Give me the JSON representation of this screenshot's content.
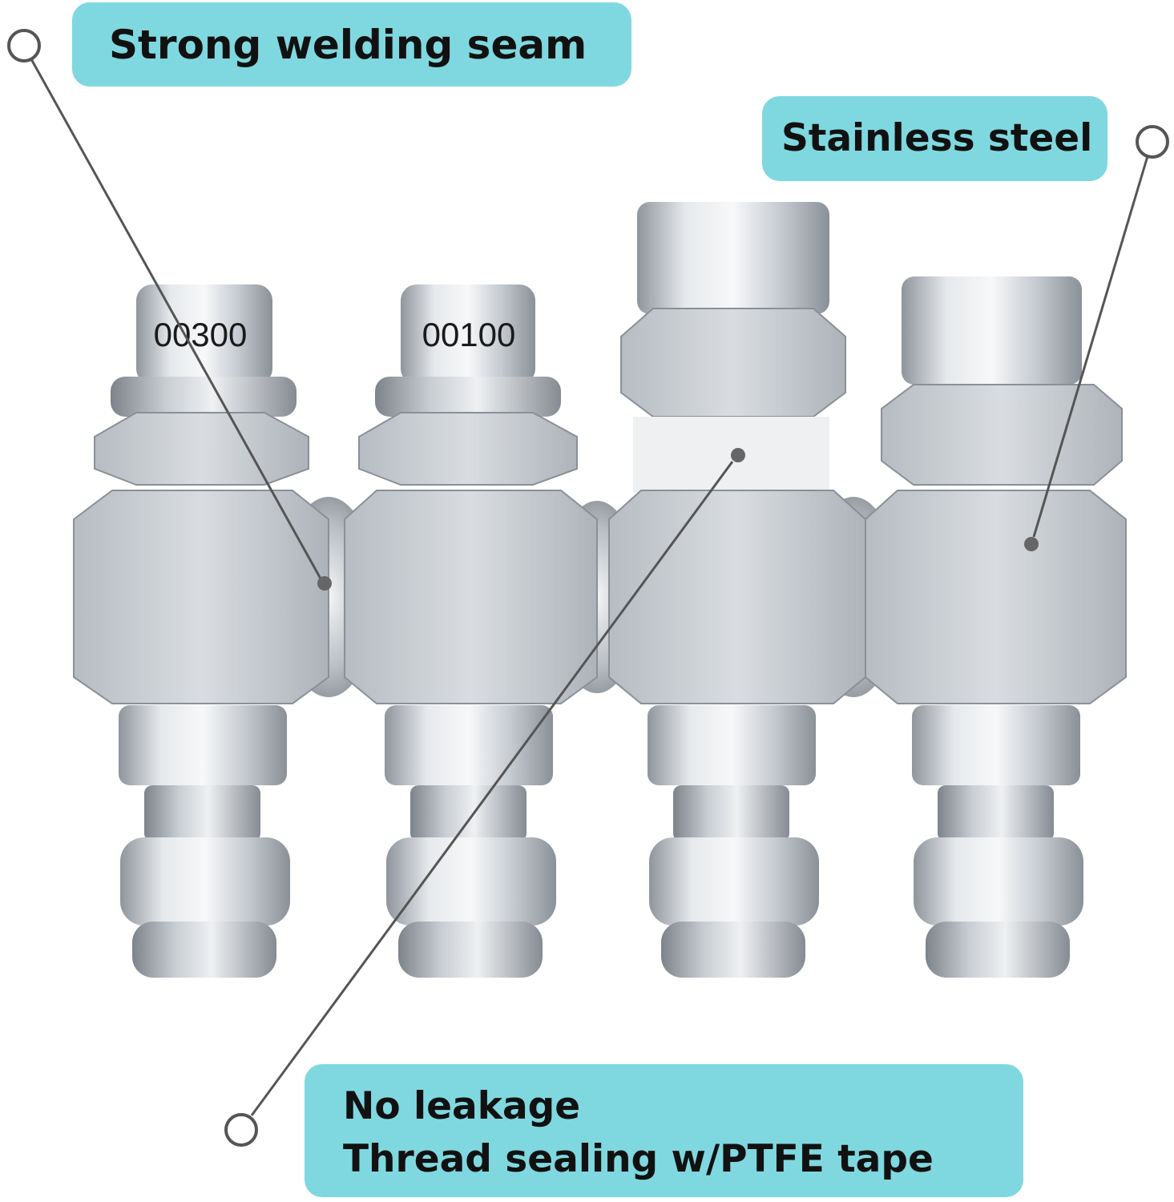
{
  "callouts": {
    "weld": {
      "label": "Strong welding seam"
    },
    "steel": {
      "label": "Stainless steel"
    },
    "leak": {
      "line1": "No leakage",
      "line2": "Thread sealing w/PTFE tape"
    }
  },
  "nozzles": {
    "first_code": "00300",
    "second_code": "00100"
  },
  "colors": {
    "callout_bg": "#7fd8df",
    "metal": "#c4c9cf",
    "pointer_line": "#555555"
  }
}
